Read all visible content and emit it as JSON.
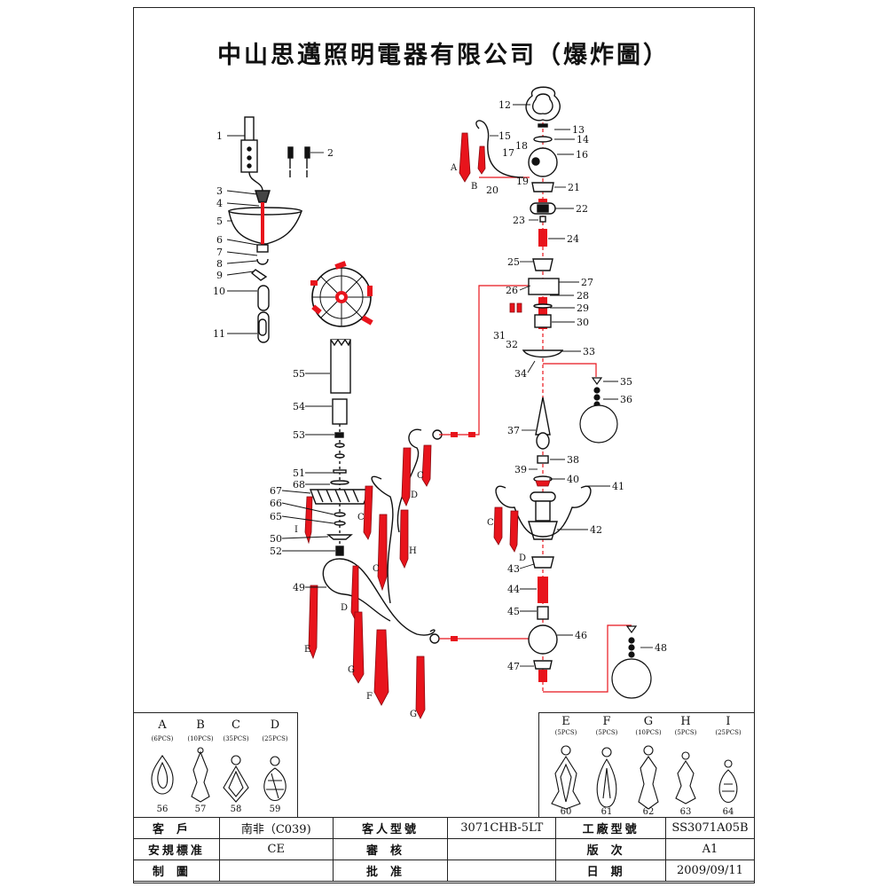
{
  "title": "中山思邁照明電器有限公司（爆炸圖）",
  "part_numbers": [
    "1",
    "2",
    "3",
    "4",
    "5",
    "6",
    "7",
    "8",
    "9",
    "10",
    "11",
    "12",
    "13",
    "14",
    "15",
    "16",
    "17",
    "18",
    "19",
    "20",
    "21",
    "22",
    "23",
    "24",
    "25",
    "26",
    "27",
    "28",
    "29",
    "30",
    "31",
    "32",
    "33",
    "34",
    "35",
    "36",
    "37",
    "38",
    "39",
    "40",
    "41",
    "42",
    "43",
    "44",
    "45",
    "46",
    "47",
    "48",
    "49",
    "50",
    "51",
    "52",
    "53",
    "54",
    "55",
    "65",
    "66",
    "67",
    "68"
  ],
  "crystal_letters": [
    "A",
    "B",
    "C",
    "C",
    "C",
    "C",
    "D",
    "D",
    "D",
    "E",
    "F",
    "G",
    "G",
    "H",
    "I"
  ],
  "crystal_legend_left": [
    {
      "letter": "A",
      "qty": "(6PCS)",
      "num": "56"
    },
    {
      "letter": "B",
      "qty": "(10PCS)",
      "num": "57"
    },
    {
      "letter": "C",
      "qty": "(35PCS)",
      "num": "58"
    },
    {
      "letter": "D",
      "qty": "(25PCS)",
      "num": "59"
    }
  ],
  "crystal_legend_right": [
    {
      "letter": "E",
      "qty": "(5PCS)",
      "num": "60"
    },
    {
      "letter": "F",
      "qty": "(5PCS)",
      "num": "61"
    },
    {
      "letter": "G",
      "qty": "(10PCS)",
      "num": "62"
    },
    {
      "letter": "H",
      "qty": "(5PCS)",
      "num": "63"
    },
    {
      "letter": "I",
      "qty": "(25PCS)",
      "num": "64"
    }
  ],
  "table": {
    "row1": {
      "l1": "客戶",
      "v1": "南非（C039)",
      "l2": "客人型號",
      "v2": "3071CHB-5LT",
      "l3": "工廠型號",
      "v3": "SS3071A05B"
    },
    "row2": {
      "l1": "安規標准",
      "v1": "CE",
      "l2": "審核",
      "v2": "",
      "l3": "版次",
      "v3": "A1"
    },
    "row3": {
      "l1": "制圖",
      "v1": "",
      "l2": "批准",
      "v2": "",
      "l3": "日期",
      "v3": "2009/09/11"
    }
  },
  "colors": {
    "line": "#111111",
    "accent": "#e8141c"
  }
}
